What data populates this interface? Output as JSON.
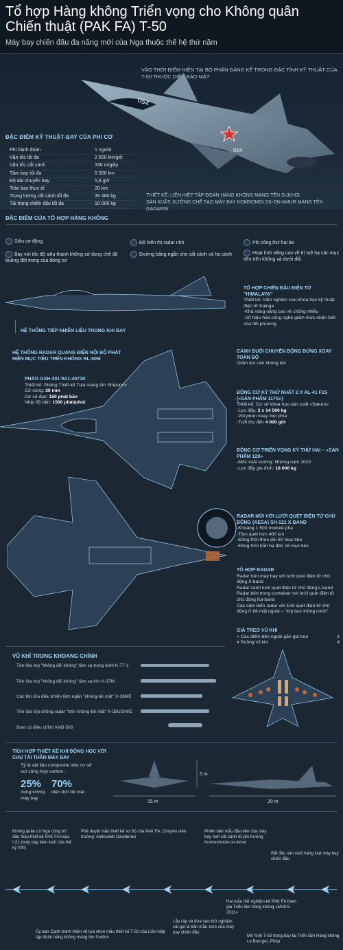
{
  "header": {
    "title_line1": "Tổ hợp Hàng không Triển vọng cho Không quân",
    "title_line2": "Chiến thuật (PAK FA) T-50",
    "subtitle": "Máy bay chiến đấu đa năng mới của Nga thuộc thế hệ thứ năm"
  },
  "intro_note": "Vào thời điểm hiện tại bộ phận đáng kể trong đặc tính kỹ thuật của T-50 thuộc diện bảo mật",
  "jet_number": "054",
  "specs": {
    "title": "ĐẶC ĐIỂM KỸ THUẬT-BAY CỦA PHI CƠ",
    "rows": [
      {
        "label": "Phi hành đoàn",
        "value": "1 người"
      },
      {
        "label": "Vận tốc tối đa",
        "value": "2 600 km/giờ"
      },
      {
        "label": "Vận tốc cất cánh",
        "value": "330 m/giây"
      },
      {
        "label": "Tầm bay tối đa",
        "value": "5 500 km"
      },
      {
        "label": "Độ dài chuyến bay",
        "value": "5,8 giờ"
      },
      {
        "label": "Trần bay thực tế",
        "value": "20 km"
      },
      {
        "label": "Trọng lượng cất cánh tối đa",
        "value": "35 480 kg"
      },
      {
        "label": "Tải trọng chiến đấu tối đa",
        "value": "10 000 kg"
      }
    ]
  },
  "maker": {
    "design": "Thiết kế: Liên hiệp Tập đoàn hàng không mang tên Sukhoi.",
    "production": "Sản xuất: Xưởng chế tạo máy bay Komsomolsk-on-Amur mang tên Gagarin"
  },
  "features": {
    "title": "ĐẶC ĐIỂM CỦA TỔ HỢP HÀNG KHÔNG",
    "items": [
      "Siêu cơ động",
      "Bay với tốc độ siêu thanh không sử dụng chế độ buồng đốt trong của động cơ",
      "Độ hiển thị radar nhỏ",
      "Đường băng ngắn cho cất cánh và hạ cánh",
      "Phi công thứ hai ảo",
      "Hoạt tính năng cao về trí tuệ hạ các mục tiêu trên không và dưới đất"
    ]
  },
  "callouts": {
    "refuel": "HỆ THỐNG TIẾP NHIÊN LIỆU TRONG KHI BAY",
    "himalaya_title": "TỔ HỢP CHIẾN ĐẤU ĐIỆN TỬ \"HIMALAYA\"",
    "himalaya_body": "Thiết kế: Viện nghiên cứu-khoa học kỹ thuật điện tử Kaluga",
    "himalaya_l1": "-Khả năng nâng cao về chống nhiễu",
    "himalaya_l2": "-Vô hiệu hóa công nghệ giám mức nhận biết của đối phương",
    "optical_title": "HỆ THỐNG RADAR QUANG ĐIỆN NỘI BỘ PHÁT HIỆN MỤC TIÊU TRÊN KHÔNG RL-50M",
    "gun_title": "PHÁO GSh-301 9A1-4071K",
    "gun_design": "Thiết kế: Phòng Thiết kế Tula mang tên Shipunov",
    "gun_l1_label": "Cỡ nòng:",
    "gun_l1_value": "30 mm",
    "gun_l2_label": "Cơ số đạn:",
    "gun_l2_value": "150 phát bắn",
    "gun_l3_label": "Nhịp độ bắn:",
    "gun_l3_value": "1500 phát/phút",
    "wing_title": "CÁNH ĐUÔI CHUYỂN ĐỘNG ĐỨNG XOAY TOÀN BỘ",
    "wing_body": "Giảm lực cản không khí",
    "eng1_title": "ĐỘNG CƠ KỲ THỨ NHẤT 2 x AL-41 F1S («SẢN PHẨM 117S»)",
    "eng1_l1": "Thiết kế: Cơ sở khoa học-sản xuất «Saturn»",
    "eng1_l2_label": "-Lực đẩy:",
    "eng1_l2_value": "2 x 14 500 kg",
    "eng1_l3": "-Vòi phun xoay mọi phía",
    "eng1_l4_label": "-Tuổi thọ đến",
    "eng1_l4_value": "4 000 giờ",
    "eng2_title": "ĐỘNG CƠ TRIỂN VỌNG KỲ THỨ HAI – «SẢN PHẨM 129»",
    "eng2_l1": "-Mốc xuất xưởng: Những năm 2020",
    "eng2_l2_label": "-Lực đẩy gia định:",
    "eng2_l2_value": "18 000 kg",
    "radar_title": "RADAR MŨI VỚI LƯỚI QUÉT ĐIỆN TỬ CHỦ ĐỘNG (AESA) Sh-121 X-BAND",
    "radar_l1": "-Khoảng 1 500 module pha",
    "radar_l2": "-Tầm quét hơn 400 km",
    "radar_l3": "-Đồng thời theo dõi 60 mục tiêu",
    "radar_l4": "-Đồng thời bắn hạ đến 16 mục tiêu",
    "complex_title": "TỔ HỢP RADAR",
    "complex_l1": "Radar trên máy bay với lưới quét điện tử chủ động X-band",
    "complex_l2": "Radar cánh lưới quét điện tử chủ động L-band",
    "complex_l3": "Radar bên trong container với lưới quét điện tử chủ động Ka-band",
    "complex_l4": "Các cảm biến radar với lưới quét điện tử chủ động ở bề mặt ngoài – \"lớp bọc thông minh\""
  },
  "hardpoints": {
    "title": "GIÁ TREO VŨ KHÍ",
    "outer": "Các điểm bên ngoài gắn giá treo",
    "outer_n": "6",
    "bay": "Buồng vũ khí",
    "bay_n": "4"
  },
  "weapons": {
    "title": "VŨ KHÍ TRONG KHOANG CHÍNH",
    "items": [
      "Tên lửa lớp \"không đối không\" tầm xa trung bình K-77-1",
      "Tên lửa lớp \"không đối không\" tầm xa lớn K-37M",
      "Các tên lửa điều khiển tầm ngắn \"không-bề mặt\" X-38ME",
      "Tên lửa lớp chống radar \"trên không-bề mặt\" X-58USHKE",
      "Bom có điều chỉnh KAB-500"
    ]
  },
  "composites": {
    "title": "TÍCH HỢP THIẾT KẾ KHÍ ĐỘNG HỌC VỚI CHU TẢI THÂN MÁY BAY",
    "note": "Tỷ lệ vật liệu composite trên cơ sở sợi cộng hợp carbon :",
    "p1": "25%",
    "p1_label": "trọng lượng máy bay",
    "p2": "70%",
    "p2_label": "diện tích bề mặt",
    "dim1": "15 m",
    "dim2": "20 m",
    "dim3": "5 m"
  },
  "timeline": [
    "Không quân Lô Nga công bố đấu thầu thiết kế PAK FA hoặc I-21 (máy bay tiêm kích của thế kỷ XXI)",
    "Phê duyệt mẫu thiết kế sơ bộ của PAK FA. Chuyên viên trưởng: Aleksandr Davidenko",
    "Phiên bản mẫu đầu tiên của máy bay mới cất cánh từ phi trường Komsomolsk-on-Amur",
    "Bắt đầu sản xuất hàng loạt máy bay chiến đấu",
    "Hai mẫu thử nghiệm kế PAK FA tham gia Triển lãm hàng không «MAKS-2011»",
    "Lắp ráp và đưa vào thử nghiệm cải gọi là bản mẫu zero của máy bay chiến đấu",
    "Ủy ban Cạnh tranh thiên về lựa chọn mẫu thiết kế T-50 của Liên hiệp tập đoàn hàng không mang tên Sukhoi",
    "Mô hình T-50 trong bày tại Triển lãm Hàng không Le Bourget, Pháp"
  ],
  "colors": {
    "background": "#1b2733",
    "accent": "#9fd2f3",
    "star": "#d6322d",
    "hardpoint": "#c06a35"
  }
}
